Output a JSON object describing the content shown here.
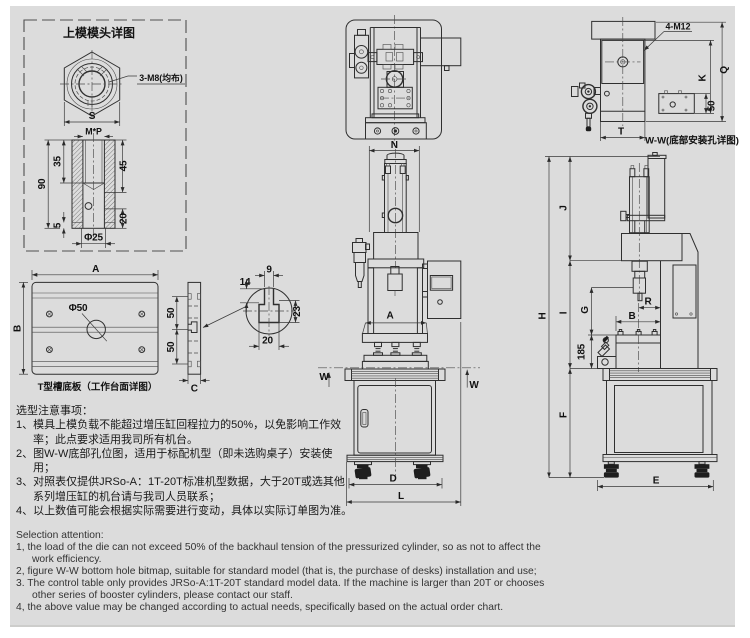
{
  "colors": {
    "page": "#ffffff",
    "background": "#dcdcdc",
    "line": "#2f2f2f",
    "text": "#111111"
  },
  "die_head_detail": {
    "title": "上模模头详图",
    "label_holes": "3-M8(均布)",
    "dim_s": "S",
    "dim_thread": "M*P",
    "dim_35": "35",
    "dim_45": "45",
    "dim_90": "90",
    "dim_20": "20",
    "dim_5": "5",
    "dim_d25": "Φ25"
  },
  "base_plate_detail": {
    "caption": "T型槽底板（工作台面详图）",
    "dim_a": "A",
    "dim_b": "B",
    "hole": "Φ50",
    "pitch1": "50",
    "pitch2": "50",
    "dim_c": "C"
  },
  "tslot_section": {
    "dim_top": "9",
    "dim_left": "14",
    "dim_right": "23",
    "dim_bottom": "20"
  },
  "top_view": {
    "dim_n": "N"
  },
  "front_view": {
    "dim_a": "A",
    "w_left": "W",
    "w_right": "W",
    "dim_d": "D",
    "dim_l": "L"
  },
  "ww_detail": {
    "caption": "W-W(底部安装孔详图)",
    "label_holes": "4-M12",
    "dim_k": "K",
    "dim_q": "Q",
    "dim_50": "50",
    "dim_t": "T"
  },
  "side_view": {
    "dim_h": "H",
    "dim_j": "J",
    "dim_i": "I",
    "dim_g": "G",
    "dim_185": "185",
    "dim_f": "F",
    "dim_r": "R",
    "dim_b": "B",
    "dim_e": "E"
  },
  "notes_cn": {
    "title": "选型注意事项：",
    "items": [
      "1、模具上模负载不能超过增压缸回程拉力的50%，以免影响工作效\n率；此点要求适用我司所有机台。",
      "2、图W-W底部孔位图，适用于标配机型（即未选购桌子）安装使\n用；",
      "3、对照表仅提供JRSo-A：1T-20T标准机型数据，大于20T或选其他\n系列增压缸的机台请与我司人员联系；",
      "4、以上数值可能会根据实际需要进行变动，具体以实际订单图为准。"
    ]
  },
  "notes_en": {
    "title": "Selection attention:",
    "items": [
      "1, the load of the die can not exceed 50% of the backhaul tension of the pressurized cylinder, so as not to affect the\nwork efficiency.",
      "2, figure W-W bottom hole bitmap, suitable for standard model (that is, the purchase of desks) installation and use;",
      "3. The control table only provides JRSo-A:1T-20T standard model data. If the machine is larger than 20T or chooses\nother series of booster cylinders, please contact our staff.",
      "4, the above value may be changed according to actual needs, specifically based on the actual order chart."
    ]
  }
}
